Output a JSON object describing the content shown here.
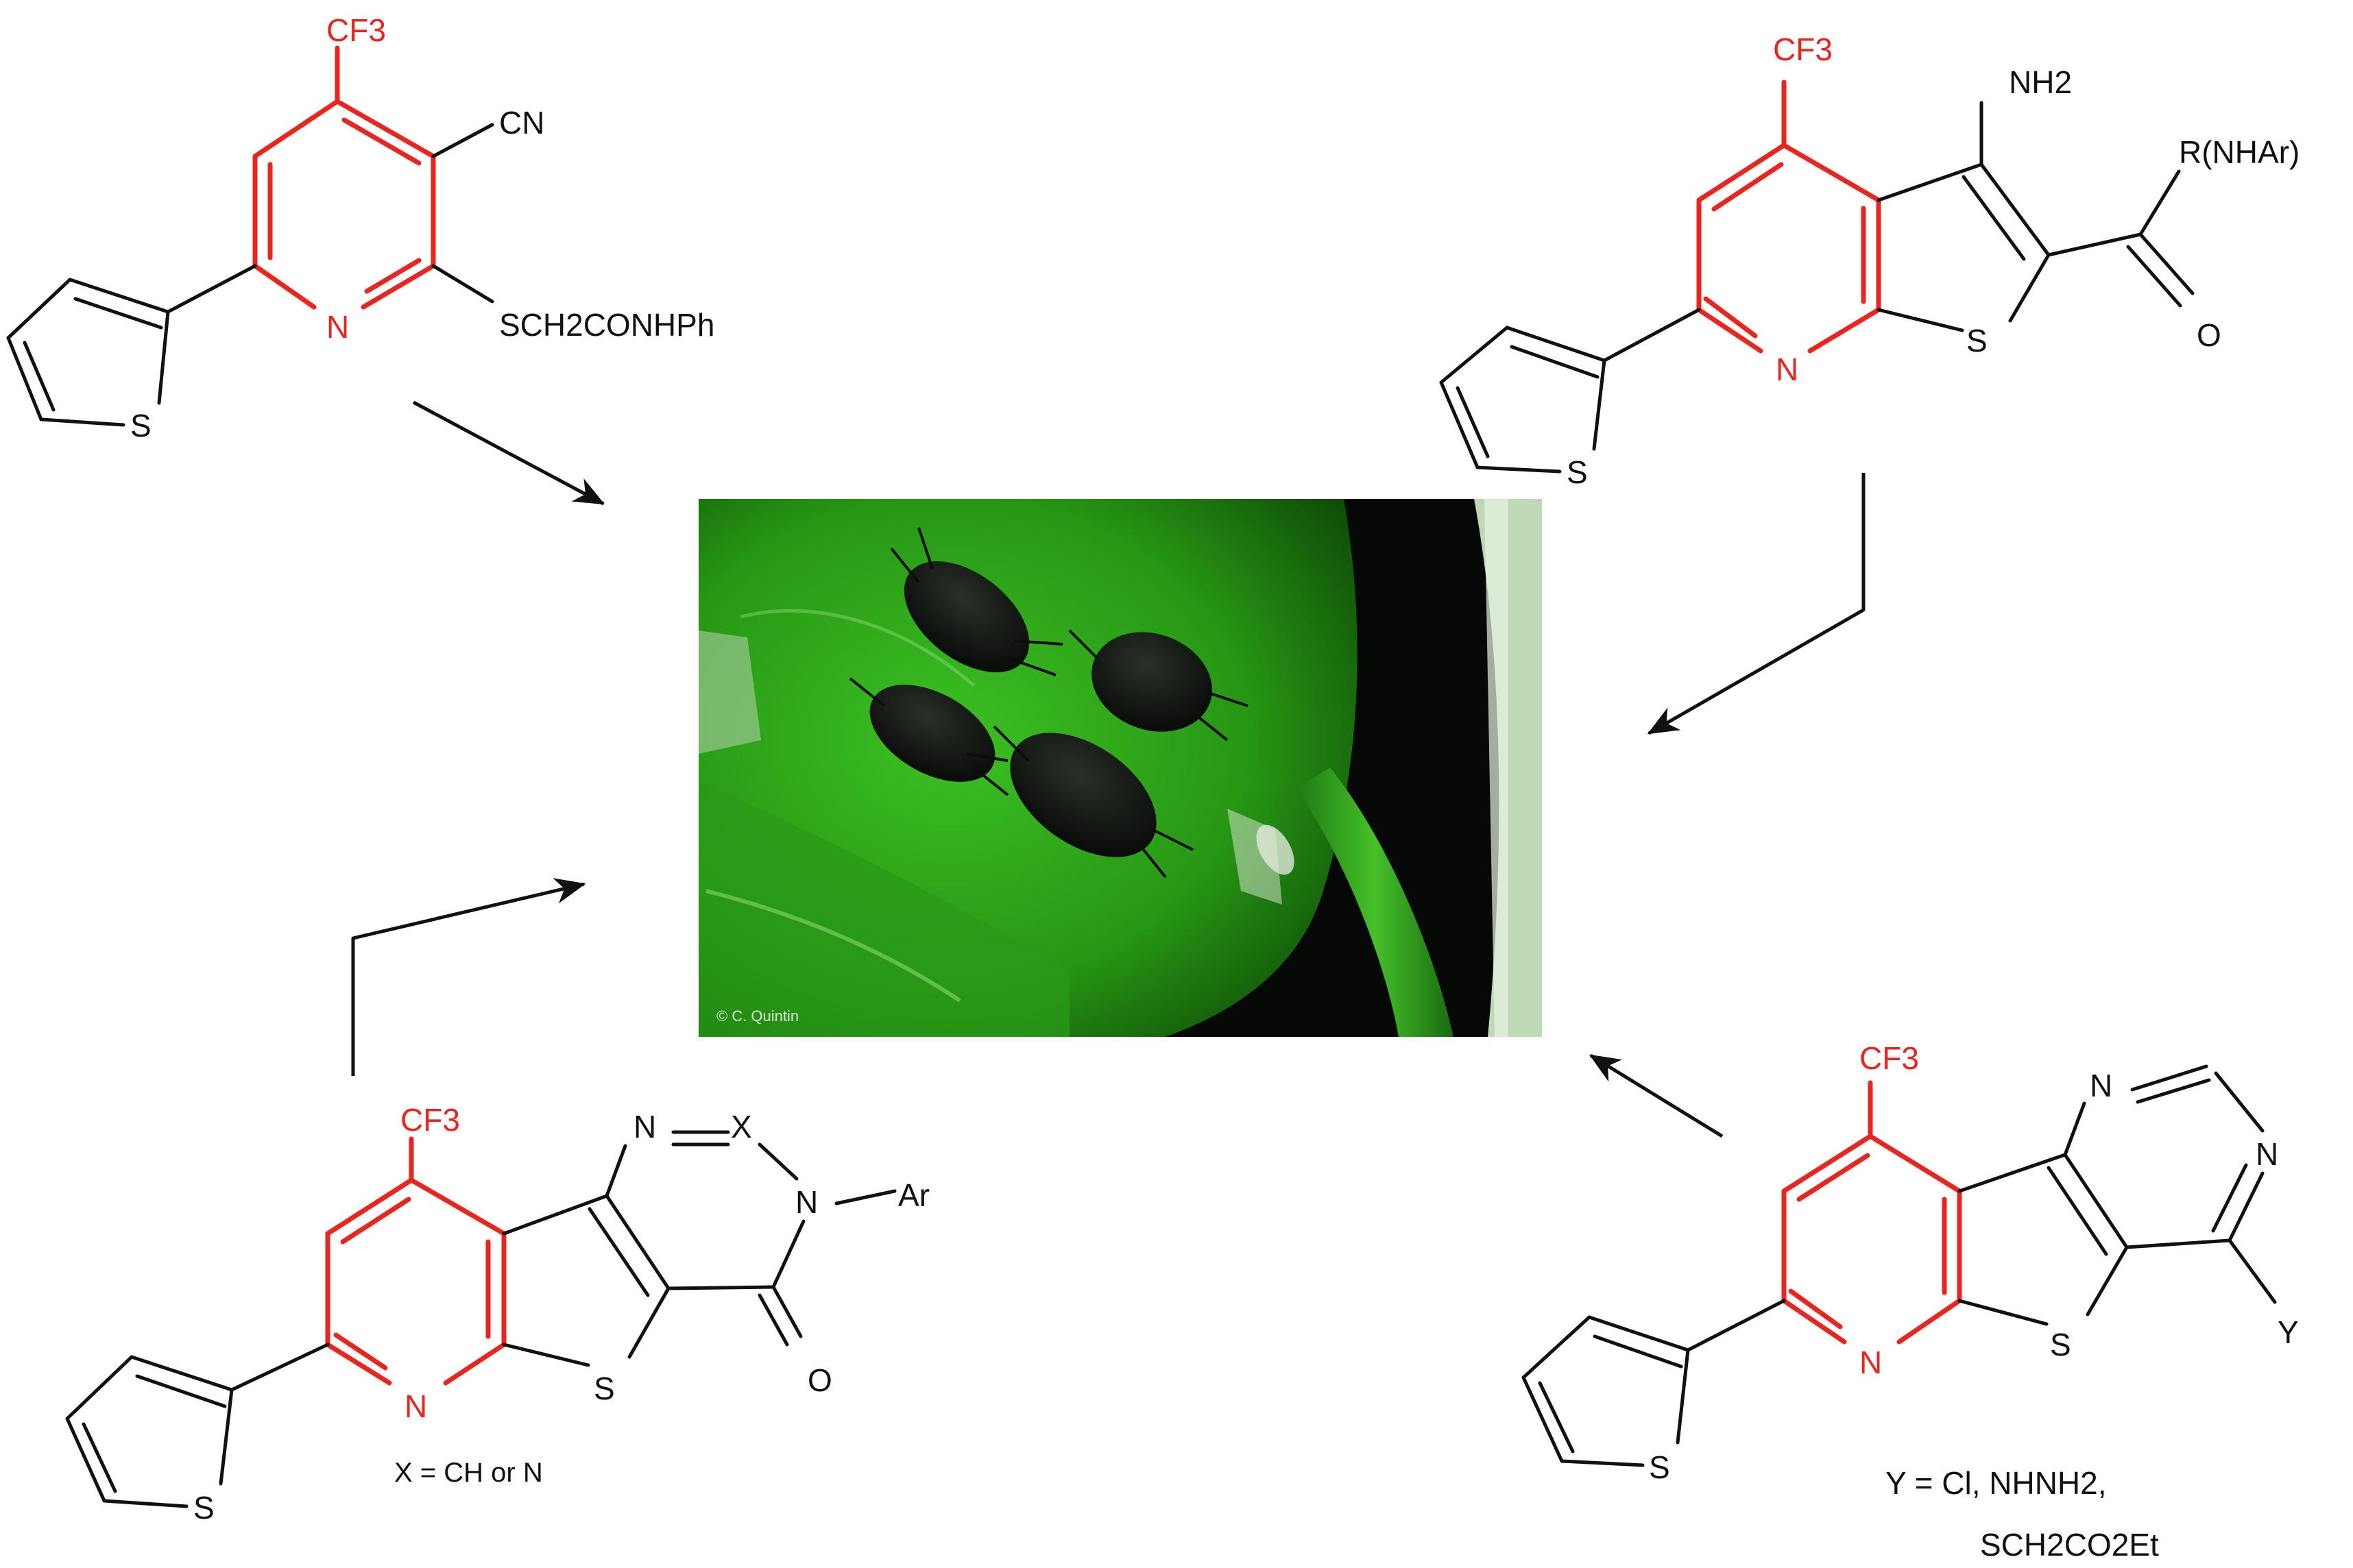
{
  "colors": {
    "ring": "#e8251f",
    "bond": "#111111",
    "photo_leaf": "#2fa51c",
    "photo_dark": "#050805"
  },
  "compounds": {
    "c1": {
      "cf3": "CF3",
      "cn": "CN",
      "n": "N",
      "s": "S",
      "side": "SCH2CONHPh"
    },
    "c2": {
      "cf3": "CF3",
      "nh2": "NH2",
      "n": "N",
      "s_core": "S",
      "s": "S",
      "r": "R(NHAr)",
      "o": "O"
    },
    "c3": {
      "cf3": "CF3",
      "n": "N",
      "s_core": "S",
      "s": "S",
      "n_top": "N",
      "x": "X",
      "n_ar": "N",
      "ar": "Ar",
      "o": "O",
      "caption": "X = CH or N"
    },
    "c4": {
      "cf3": "CF3",
      "n": "N",
      "s_core": "S",
      "s": "S",
      "n1": "N",
      "n2": "N",
      "y": "Y",
      "caption1": "Y = Cl, NHNH2,",
      "caption2": "SCH2CO2Et"
    }
  },
  "photo": {
    "credit": "© C. Quintin"
  }
}
